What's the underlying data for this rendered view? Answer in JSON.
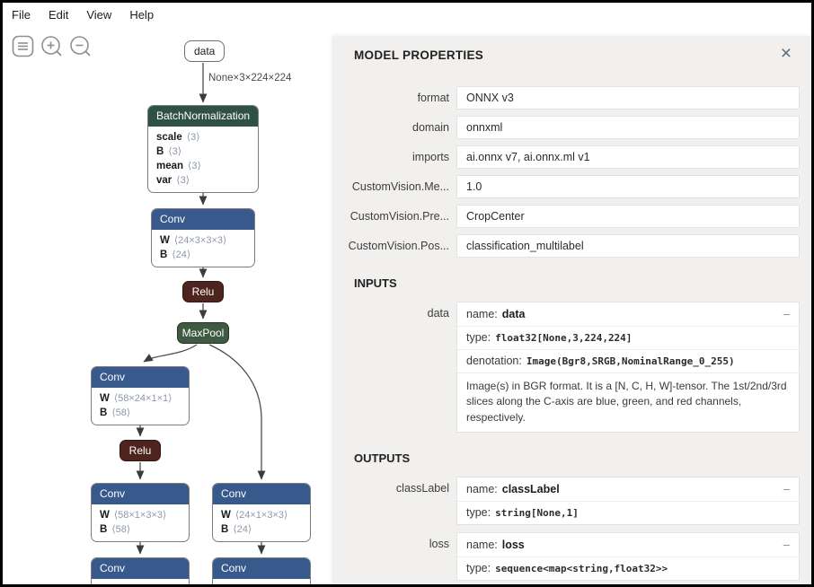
{
  "window": {
    "menu": [
      "File",
      "Edit",
      "View",
      "Help"
    ]
  },
  "graph": {
    "edge_label": "None×3×224×224",
    "colors": {
      "layer": "#38598b",
      "normalization": "#2e5144",
      "pool": "#3e5a41",
      "activation": "#4e241e",
      "edge": "#4e4e4e"
    },
    "nodes": {
      "data": {
        "label": "data"
      },
      "batchnorm": {
        "label": "BatchNormalization",
        "params": [
          {
            "name": "scale",
            "dims": "⟨3⟩"
          },
          {
            "name": "B",
            "dims": "⟨3⟩"
          },
          {
            "name": "mean",
            "dims": "⟨3⟩"
          },
          {
            "name": "var",
            "dims": "⟨3⟩"
          }
        ]
      },
      "conv1": {
        "label": "Conv",
        "params": [
          {
            "name": "W",
            "dims": "⟨24×3×3×3⟩"
          },
          {
            "name": "B",
            "dims": "⟨24⟩"
          }
        ]
      },
      "relu1": {
        "label": "Relu"
      },
      "maxpool": {
        "label": "MaxPool"
      },
      "conv2": {
        "label": "Conv",
        "params": [
          {
            "name": "W",
            "dims": "⟨58×24×1×1⟩"
          },
          {
            "name": "B",
            "dims": "⟨58⟩"
          }
        ]
      },
      "relu2": {
        "label": "Relu"
      },
      "conv3": {
        "label": "Conv",
        "params": [
          {
            "name": "W",
            "dims": "⟨58×1×3×3⟩"
          },
          {
            "name": "B",
            "dims": "⟨58⟩"
          }
        ]
      },
      "conv4": {
        "label": "Conv",
        "params": [
          {
            "name": "W",
            "dims": "⟨24×1×3×3⟩"
          },
          {
            "name": "B",
            "dims": "⟨24⟩"
          }
        ]
      },
      "conv5": {
        "label": "Conv"
      },
      "conv6": {
        "label": "Conv"
      }
    }
  },
  "panel": {
    "title": "MODEL PROPERTIES",
    "close_icon": "×",
    "collapse_glyph": "–",
    "sections": {
      "inputs": "INPUTS",
      "outputs": "OUTPUTS"
    },
    "prefixes": {
      "name": "name:",
      "type": "type:",
      "denotation": "denotation:"
    },
    "properties": [
      {
        "label": "format",
        "value": "ONNX v3"
      },
      {
        "label": "domain",
        "value": "onnxml"
      },
      {
        "label": "imports",
        "value": "ai.onnx v7, ai.onnx.ml v1"
      },
      {
        "label": "CustomVision.Me...",
        "value": "1.0"
      },
      {
        "label": "CustomVision.Pre...",
        "value": "CropCenter"
      },
      {
        "label": "CustomVision.Pos...",
        "value": "classification_multilabel"
      }
    ],
    "inputs": [
      {
        "label": "data",
        "name": "data",
        "type": "float32[None,3,224,224]",
        "denotation": "Image(Bgr8,SRGB,NominalRange_0_255)",
        "description": "Image(s) in BGR format. It is a [N, C, H, W]-tensor. The 1st/2nd/3rd slices along the C-axis are blue, green, and red channels, respectively."
      }
    ],
    "outputs": [
      {
        "label": "classLabel",
        "name": "classLabel",
        "type": "string[None,1]"
      },
      {
        "label": "loss",
        "name": "loss",
        "type": "sequence<map<string,float32>>"
      }
    ]
  }
}
